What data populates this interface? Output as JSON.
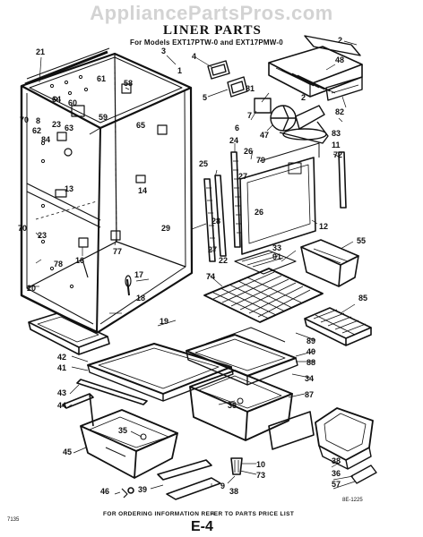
{
  "watermark": "AppliancePartsPros.com",
  "title": "LINER PARTS",
  "subtitle": "For Models EXT17PTW-0 and EXT17PMW-0",
  "footer_note": "FOR ORDERING INFORMATION REFER TO PARTS PRICE LIST",
  "diagram_code": "8E-1225",
  "page_label": "E-4",
  "bottom_left_code": "7135",
  "page_dot": "4",
  "callouts": [
    {
      "id": "c21",
      "text": "21"
    },
    {
      "id": "c3",
      "text": "3"
    },
    {
      "id": "c1",
      "text": "1"
    },
    {
      "id": "c4",
      "text": "4"
    },
    {
      "id": "c5",
      "text": "5"
    },
    {
      "id": "c2a",
      "text": "2"
    },
    {
      "id": "c48",
      "text": "48"
    },
    {
      "id": "c58",
      "text": "58"
    },
    {
      "id": "c61",
      "text": "61"
    },
    {
      "id": "c64",
      "text": "64"
    },
    {
      "id": "c60",
      "text": "60"
    },
    {
      "id": "c70a",
      "text": "70"
    },
    {
      "id": "c8",
      "text": "8"
    },
    {
      "id": "c23a",
      "text": "23"
    },
    {
      "id": "c59",
      "text": "59"
    },
    {
      "id": "c63",
      "text": "63"
    },
    {
      "id": "c62",
      "text": "62"
    },
    {
      "id": "c84",
      "text": "84"
    },
    {
      "id": "c65",
      "text": "65"
    },
    {
      "id": "c81",
      "text": "81"
    },
    {
      "id": "c6",
      "text": "6"
    },
    {
      "id": "c7",
      "text": "7"
    },
    {
      "id": "c47",
      "text": "47"
    },
    {
      "id": "c2b",
      "text": "2"
    },
    {
      "id": "c82",
      "text": "82"
    },
    {
      "id": "c83",
      "text": "83"
    },
    {
      "id": "c11",
      "text": "11"
    },
    {
      "id": "c72",
      "text": "72"
    },
    {
      "id": "c24",
      "text": "24"
    },
    {
      "id": "c26a",
      "text": "26"
    },
    {
      "id": "c79",
      "text": "79"
    },
    {
      "id": "c25",
      "text": "25"
    },
    {
      "id": "c27a",
      "text": "27"
    },
    {
      "id": "c13",
      "text": "13"
    },
    {
      "id": "c14",
      "text": "14"
    },
    {
      "id": "c29",
      "text": "29"
    },
    {
      "id": "c28",
      "text": "28"
    },
    {
      "id": "c26b",
      "text": "26"
    },
    {
      "id": "c12",
      "text": "12"
    },
    {
      "id": "c27b",
      "text": "27"
    },
    {
      "id": "c22",
      "text": "22"
    },
    {
      "id": "c33",
      "text": "33"
    },
    {
      "id": "c91",
      "text": "91"
    },
    {
      "id": "c55",
      "text": "55"
    },
    {
      "id": "c70b",
      "text": "70"
    },
    {
      "id": "c23b",
      "text": "23"
    },
    {
      "id": "c77",
      "text": "77"
    },
    {
      "id": "c78",
      "text": "78"
    },
    {
      "id": "c16",
      "text": "16"
    },
    {
      "id": "c17",
      "text": "17"
    },
    {
      "id": "c74",
      "text": "74"
    },
    {
      "id": "c20",
      "text": "20"
    },
    {
      "id": "c18",
      "text": "18"
    },
    {
      "id": "c85",
      "text": "85"
    },
    {
      "id": "c19",
      "text": "19"
    },
    {
      "id": "c89",
      "text": "89"
    },
    {
      "id": "c40",
      "text": "40"
    },
    {
      "id": "c88",
      "text": "88"
    },
    {
      "id": "c42",
      "text": "42"
    },
    {
      "id": "c41",
      "text": "41"
    },
    {
      "id": "c34",
      "text": "34"
    },
    {
      "id": "c87",
      "text": "87"
    },
    {
      "id": "c43",
      "text": "43"
    },
    {
      "id": "c44",
      "text": "44"
    },
    {
      "id": "c35a",
      "text": "35"
    },
    {
      "id": "c35b",
      "text": "35"
    },
    {
      "id": "c45",
      "text": "45"
    },
    {
      "id": "c10",
      "text": "10"
    },
    {
      "id": "c73",
      "text": "73"
    },
    {
      "id": "c9",
      "text": "9"
    },
    {
      "id": "c38a",
      "text": "38"
    },
    {
      "id": "c36",
      "text": "36"
    },
    {
      "id": "c57",
      "text": "57"
    },
    {
      "id": "c46",
      "text": "46"
    },
    {
      "id": "c39",
      "text": "39"
    },
    {
      "id": "c38b",
      "text": "38"
    }
  ]
}
